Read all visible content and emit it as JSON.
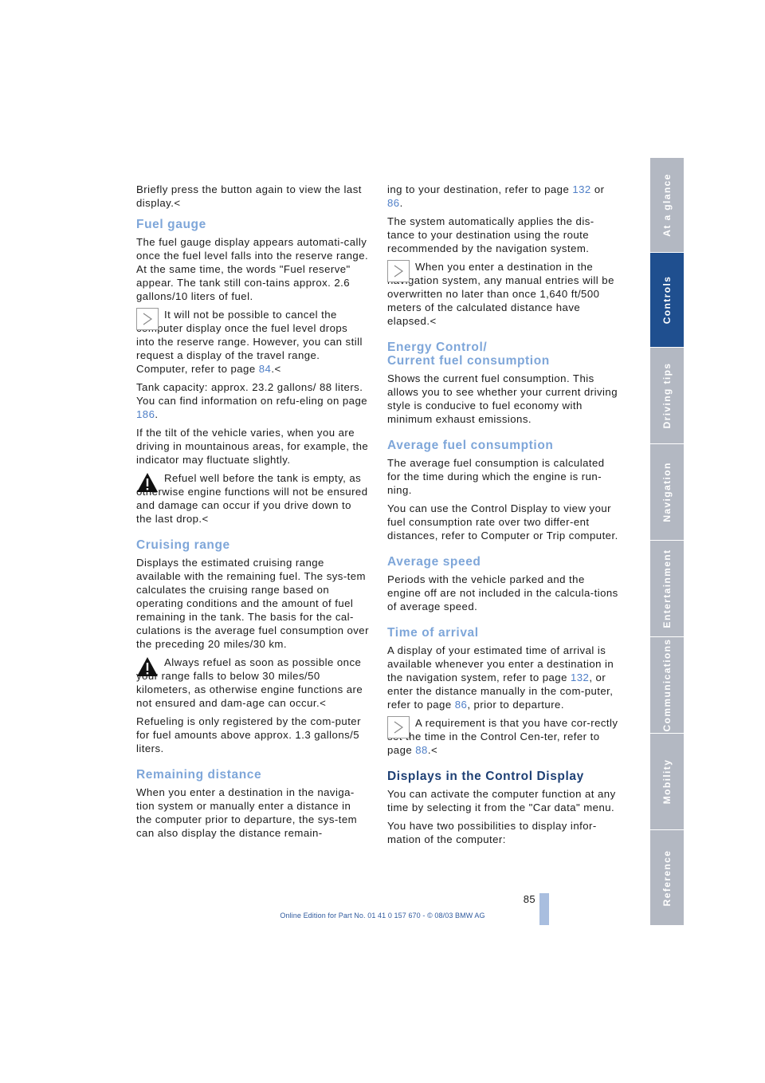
{
  "left_column": {
    "p1": "Briefly press the button again to view the last display.",
    "p1_end": "<",
    "fuel_gauge": {
      "heading": "Fuel gauge",
      "p1": "The fuel gauge display appears automati-cally once the fuel level falls into the reserve range. At the same time, the words \"Fuel reserve\" appear. The tank still con-tains approx. 2.6 gallons/10 liters of fuel.",
      "note1": "It will not be possible to cancel the computer display once the fuel level drops into the reserve range. However, you can still request a display of the travel range. Computer, refer to page ",
      "note1_ref": "84",
      "note1_end": ".<",
      "p2": "Tank capacity: approx. 23.2 gallons/ 88 liters. You can find information on refu-eling on page ",
      "p2_ref": "186",
      "p2_end": ".",
      "p3": "If the tilt of the vehicle varies, when you are driving in mountainous areas, for example, the indicator may fluctuate slightly.",
      "warn1": "Refuel well before the tank is empty, as otherwise engine functions will not be ensured and damage can occur if you drive down to the last drop.",
      "warn1_end": "<"
    },
    "cruising_range": {
      "heading": "Cruising range",
      "p1": "Displays the estimated cruising range available with the remaining fuel. The sys-tem calculates the cruising range based on operating conditions and the amount of fuel remaining in the tank. The basis for the cal-culations is the average fuel consumption over the preceding 20 miles/30 km.",
      "warn1": "Always refuel as soon as possible once your range falls to below 30 miles/50 kilometers, as otherwise engine functions are not ensured and dam-age can occur.",
      "warn1_end": "<",
      "p2": "Refueling is only registered by the com-puter for fuel amounts above approx. 1.3 gallons/5 liters."
    },
    "remaining_distance": {
      "heading": "Remaining distance",
      "p1": "When you enter a destination in the naviga-tion system or manually enter a distance in the computer prior to departure, the sys-tem can also display the distance remain-"
    }
  },
  "right_column": {
    "p1": "ing to your destination, refer to page ",
    "p1_ref1": "132",
    "p1_mid": " or ",
    "p1_ref2": "86",
    "p1_end": ".",
    "p2": "The system automatically applies the dis-tance to your destination using the route recommended by the navigation system.",
    "note1": "When you enter a destination in the navigation system, any manual entries will be overwritten no later than once 1,640 ft/500 meters of the calculated distance have elapsed.",
    "note1_end": "<",
    "energy_control": {
      "heading_line1": "Energy Control/",
      "heading_line2": "Current fuel consumption",
      "p1": "Shows the current fuel consumption. This allows you to see whether your current driving style is conducive to fuel economy with minimum exhaust emissions."
    },
    "average_fuel": {
      "heading": "Average fuel consumption",
      "p1": "The average fuel consumption is calculated for the time during which the engine is run-ning.",
      "p2": "You can use the Control Display to view your fuel consumption rate over two differ-ent distances, refer to Computer or Trip computer."
    },
    "average_speed": {
      "heading": "Average speed",
      "p1": "Periods with the vehicle parked and the engine off are not included in the calcula-tions of average speed."
    },
    "time_of_arrival": {
      "heading": "Time of arrival",
      "p1": "A display of your estimated time of arrival is available whenever you enter a destination in the navigation system, refer to page ",
      "p1_ref1": "132",
      "p1_mid": ", or enter the distance manually in the com-puter, refer to page ",
      "p1_ref2": "86",
      "p1_end": ", prior to departure.",
      "note1": "A requirement is that you have cor-rectly set the time in the Control Cen-ter, refer to page ",
      "note1_ref": "88",
      "note1_end": ".<"
    },
    "displays": {
      "heading": "Displays in the Control Display",
      "p1": "You can activate the computer function at any time by selecting it from the \"Car data\" menu.",
      "p2": "You have two possibilities to display infor-mation of the computer:"
    }
  },
  "side_tabs": [
    "At a glance",
    "Controls",
    "Driving tips",
    "Navigation",
    "Entertainment",
    "Communications",
    "Mobility",
    "Reference"
  ],
  "active_tab": "Controls",
  "page_number": "85",
  "footer": "Online Edition for Part No. 01 41 0 157 670 - © 08/03 BMW AG",
  "colors": {
    "heading_light": "#7ea6d9",
    "heading_dark": "#1d3f74",
    "page_ref": "#4f7fc7",
    "tab_inactive": "#b3b8c2",
    "tab_active": "#1f4f8f"
  }
}
